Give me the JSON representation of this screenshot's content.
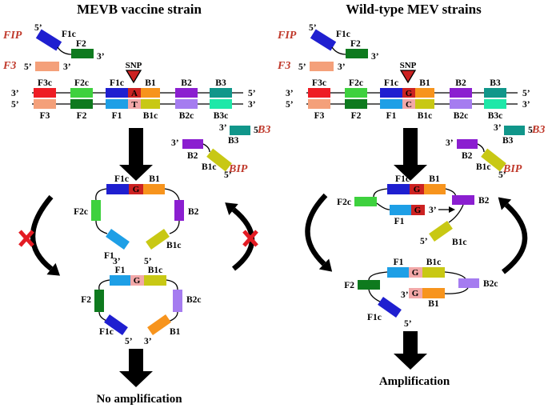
{
  "left": {
    "title": "MEVB vaccine strain",
    "outcome": "No amplification",
    "snp_top": "A",
    "snp_bottom": "T",
    "loop_nt": "G"
  },
  "right": {
    "title": "Wild-type MEV strains",
    "outcome": "Amplification",
    "snp_top": "G",
    "snp_bottom": "C",
    "loop_nt": "G"
  },
  "labels": {
    "fip": "FIP",
    "f3": "F3",
    "b3p": "B3",
    "bip": "BIP",
    "snp": "SNP",
    "p5": "5’",
    "p3": "3’",
    "F1c": "F1c",
    "F2": "F2",
    "F3": "F3",
    "F3c": "F3c",
    "F2c": "F2c",
    "F1": "F1",
    "B1": "B1",
    "B2": "B2",
    "B3": "B3",
    "B1c": "B1c",
    "B2c": "B2c",
    "B3c": "B3c"
  },
  "colors": {
    "F1c": "#1f1fd0",
    "F2": "#0e7a1e",
    "F3": "#f4a07a",
    "F3c": "#ee1c24",
    "F2c": "#3ed13e",
    "F1": "#1e9fe6",
    "B1": "#f7941d",
    "B2": "#8b1fd0",
    "B3": "#10968a",
    "B1c": "#c8c814",
    "B2c": "#a57cf0",
    "B3c": "#1ee8a8",
    "snp_a": "#cc2222",
    "snp_t": "#f2a8a8",
    "red_x": "#e31b23",
    "arrow": "#000000"
  }
}
